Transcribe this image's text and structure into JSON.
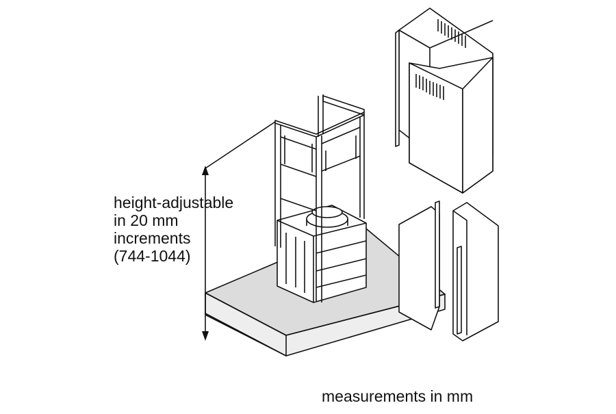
{
  "annotation": {
    "lines": [
      "height-adjustable",
      "in 20 mm",
      "increments",
      "(744-1044)"
    ]
  },
  "footer": {
    "text": "measurements in mm"
  }
}
